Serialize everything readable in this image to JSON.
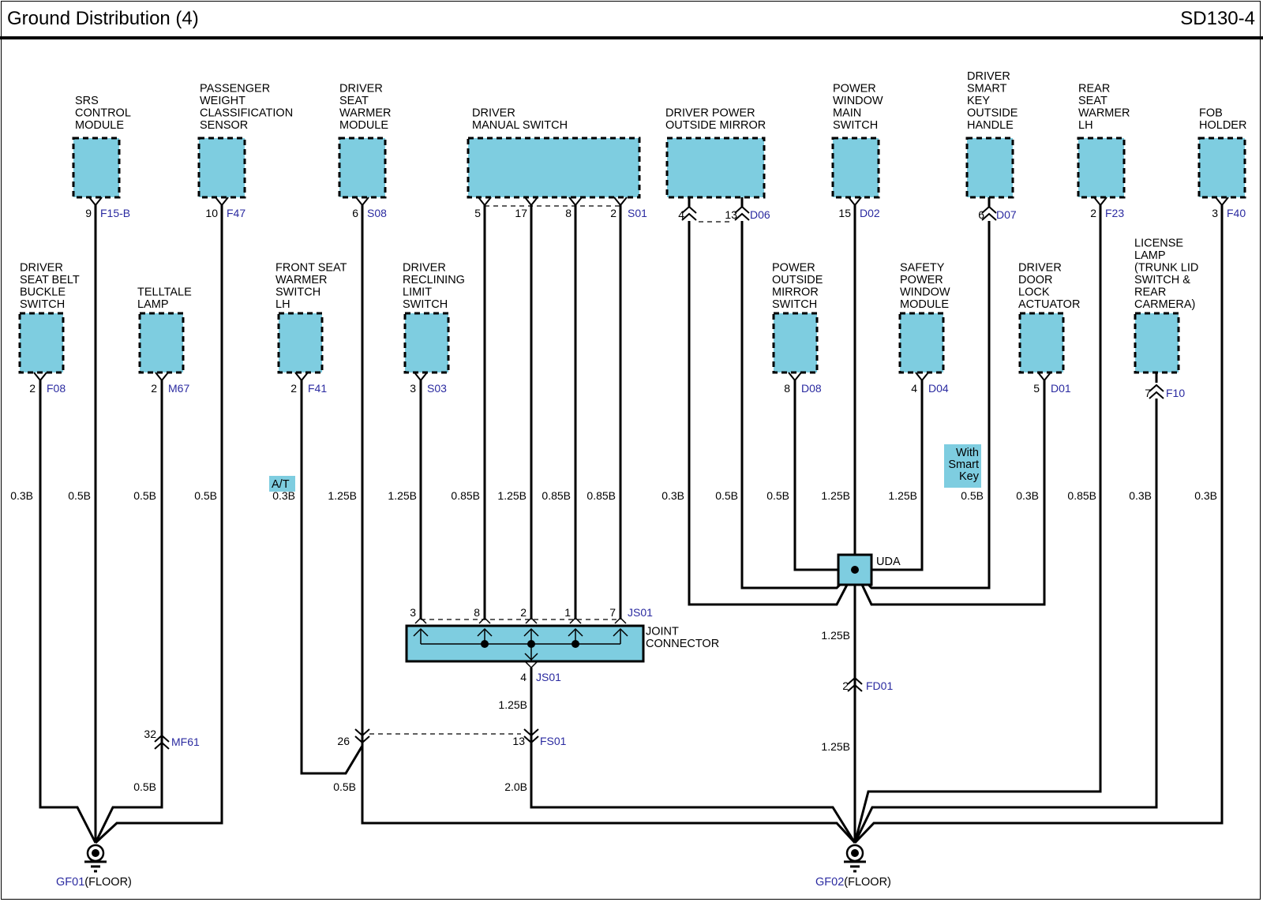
{
  "header": {
    "title": "Ground Distribution (4)",
    "page_id": "SD130-4"
  },
  "colors": {
    "component_fill": "#7ecde0",
    "connector_text": "#2a2aa0",
    "wire": "#000000"
  },
  "components": [
    {
      "id": "srs",
      "name": [
        "SRS",
        "CONTROL",
        "MODULE"
      ],
      "pin": "9",
      "connector": "F15-B",
      "wire": "0.5B"
    },
    {
      "id": "pwcs",
      "name": [
        "PASSENGER",
        "WEIGHT",
        "CLASSIFICATION",
        "SENSOR"
      ],
      "pin": "10",
      "connector": "F47",
      "wire": "0.5B"
    },
    {
      "id": "dswm",
      "name": [
        "DRIVER",
        "SEAT",
        "WARMER",
        "MODULE"
      ],
      "pin": "6",
      "connector": "S08",
      "wire": "1.25B"
    },
    {
      "id": "dms",
      "name": [
        "DRIVER",
        "MANUAL SWITCH"
      ],
      "pins": [
        "5",
        "17",
        "8",
        "2"
      ],
      "connector": "S01",
      "wires": [
        "0.85B",
        "1.25B",
        "0.85B",
        "0.85B"
      ]
    },
    {
      "id": "dpom",
      "name": [
        "DRIVER POWER",
        "OUTSIDE MIRROR"
      ],
      "pins": [
        "4",
        "13"
      ],
      "connector": "D06",
      "wires": [
        "0.3B",
        "0.5B"
      ]
    },
    {
      "id": "pwms",
      "name": [
        "POWER",
        "WINDOW",
        "MAIN",
        "SWITCH"
      ],
      "pin": "15",
      "connector": "D02",
      "wire": "1.25B"
    },
    {
      "id": "dskoh",
      "name": [
        "DRIVER",
        "SMART",
        "KEY",
        "OUTSIDE",
        "HANDLE"
      ],
      "pin": "6",
      "connector": "D07",
      "wire": "0.5B",
      "note": [
        "With",
        "Smart",
        "Key"
      ]
    },
    {
      "id": "rswlh",
      "name": [
        "REAR",
        "SEAT",
        "WARMER",
        "LH"
      ],
      "pin": "2",
      "connector": "F23",
      "wire": "0.85B"
    },
    {
      "id": "fob",
      "name": [
        "FOB",
        "HOLDER"
      ],
      "pin": "3",
      "connector": "F40",
      "wire": "0.3B"
    },
    {
      "id": "dsbbs",
      "name": [
        "DRIVER",
        "SEAT BELT",
        "BUCKLE",
        "SWITCH"
      ],
      "pin": "2",
      "connector": "F08",
      "wire": "0.3B"
    },
    {
      "id": "tl",
      "name": [
        "TELLTALE",
        "LAMP"
      ],
      "pin": "2",
      "connector": "M67",
      "wire": "0.5B"
    },
    {
      "id": "fswslh",
      "name": [
        "FRONT SEAT",
        "WARMER",
        "SWITCH",
        "LH"
      ],
      "pin": "2",
      "connector": "F41",
      "wire": "0.3B",
      "note": [
        "A/T"
      ]
    },
    {
      "id": "drls",
      "name": [
        "DRIVER",
        "RECLINING",
        "LIMIT",
        "SWITCH"
      ],
      "pin": "3",
      "connector": "S03",
      "wire": "1.25B"
    },
    {
      "id": "poms",
      "name": [
        "POWER",
        "OUTSIDE",
        "MIRROR",
        "SWITCH"
      ],
      "pin": "8",
      "connector": "D08",
      "wire": "0.5B"
    },
    {
      "id": "spwm",
      "name": [
        "SAFETY",
        "POWER",
        "WINDOW",
        "MODULE"
      ],
      "pin": "4",
      "connector": "D04",
      "wire": "1.25B"
    },
    {
      "id": "ddla",
      "name": [
        "DRIVER",
        "DOOR",
        "LOCK",
        "ACTUATOR"
      ],
      "pin": "5",
      "connector": "D01",
      "wire": "0.3B"
    },
    {
      "id": "ll",
      "name": [
        "LICENSE",
        "LAMP",
        "(TRUNK LID",
        "SWITCH &",
        "REAR",
        "CARMERA)"
      ],
      "pin": "7",
      "connector": "F10",
      "wire": "0.3B"
    }
  ],
  "joint_connector": {
    "name": [
      "JOINT",
      "CONNECTOR"
    ],
    "connector": "JS01",
    "in_pins": [
      "3",
      "8",
      "2",
      "1",
      "7"
    ],
    "out_pin": "4",
    "out_wire": "1.25B"
  },
  "splice": {
    "name": "UDA",
    "out_wire_upper": "1.25B",
    "out_wire_lower": "1.25B"
  },
  "inline_connectors": [
    {
      "pin": "32",
      "connector": "MF61",
      "wire_after": "0.5B"
    },
    {
      "pin": "26",
      "connector": "",
      "wire_after": "0.5B"
    },
    {
      "pin": "13",
      "connector": "FS01",
      "wire_after": "2.0B"
    },
    {
      "pin": "2",
      "connector": "FD01"
    }
  ],
  "grounds": [
    {
      "id": "GF01",
      "location": "(FLOOR)"
    },
    {
      "id": "GF02",
      "location": "(FLOOR)"
    }
  ]
}
